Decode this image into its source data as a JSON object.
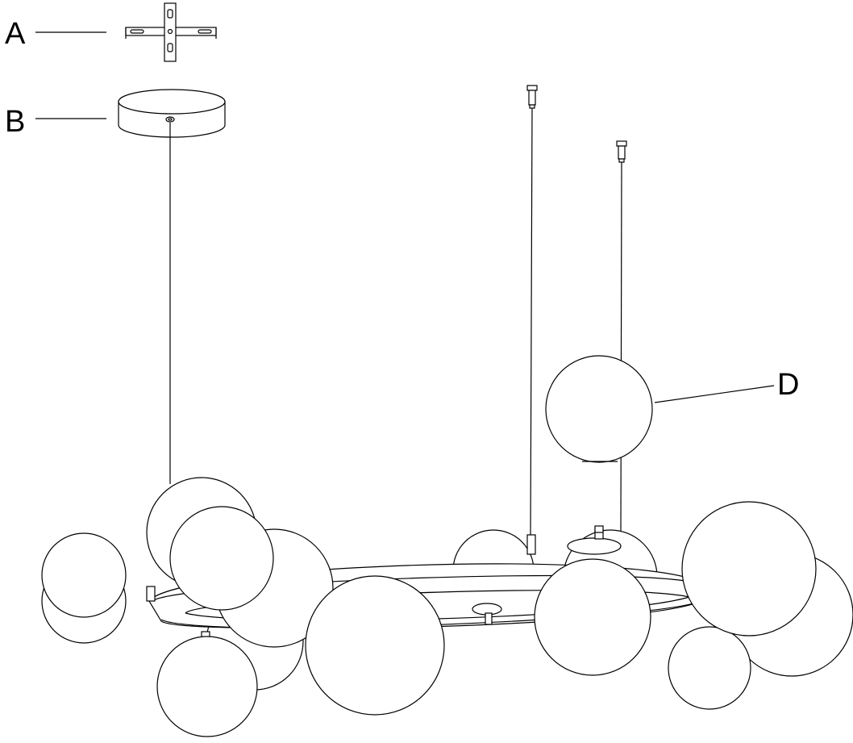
{
  "labels": {
    "a": "A",
    "b": "B",
    "d": "D"
  },
  "colors": {
    "stroke": "#000000",
    "background": "#ffffff"
  }
}
